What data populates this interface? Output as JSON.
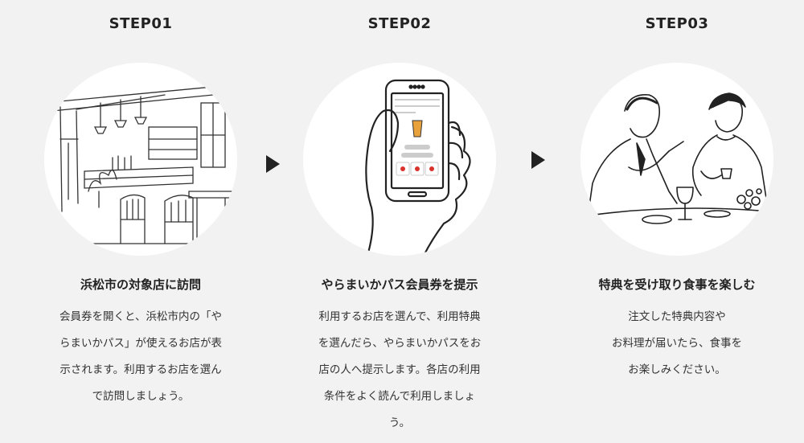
{
  "steps": [
    {
      "label": "STEP01",
      "title": "浜松市の対象店に訪問",
      "lines": [
        "会員券を開くと、浜松市内の「や",
        "らまいかパス」が使えるお店が表",
        "示されます。利用するお店を選ん",
        "で訪問しましょう。"
      ],
      "illustration": "restaurant-interior-illustration"
    },
    {
      "label": "STEP02",
      "title": "やらまいかパス会員券を提示",
      "lines": [
        "利用するお店を選んで、利用特典",
        "を選んだら、やらまいかパスをお",
        "店の人へ提示します。各店の利用",
        "条件をよく読んで利用しましょ",
        "う。"
      ],
      "illustration": "hand-holding-phone-illustration"
    },
    {
      "label": "STEP03",
      "title": "特典を受け取り食事を楽しむ",
      "lines": [
        "注文した特典内容や",
        "お料理が届いたら、食事を",
        "お楽しみください。"
      ],
      "illustration": "couple-dining-illustration"
    }
  ],
  "arrows": [
    "arrow-right-icon",
    "arrow-right-icon"
  ],
  "colors": {
    "background": "#f2f2f2",
    "circle": "#ffffff",
    "text": "#222222"
  }
}
